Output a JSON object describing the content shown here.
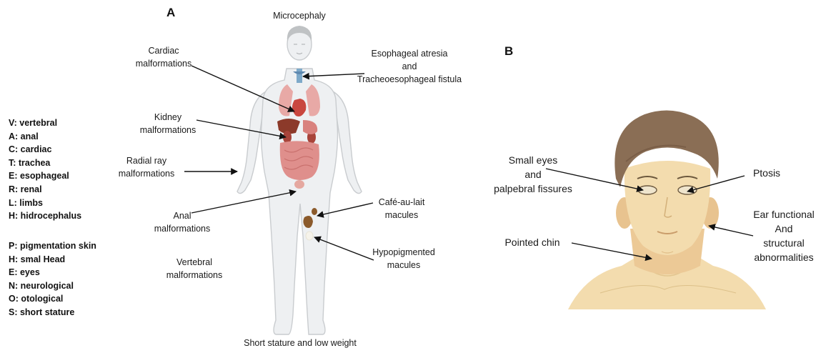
{
  "panel_a": {
    "letter": "A",
    "labels": {
      "microcephaly": [
        "Microcephaly"
      ],
      "cardiac": [
        "Cardiac",
        "malformations"
      ],
      "esophageal": [
        "Esophageal atresia",
        "and",
        "Tracheoesophageal fistula"
      ],
      "kidney": [
        "Kidney",
        "malformations"
      ],
      "radial": [
        "Radial ray",
        "malformations"
      ],
      "cafe": [
        "Café-au-lait",
        "macules"
      ],
      "anal": [
        "Anal",
        "malformations"
      ],
      "hypopigmented": [
        "Hypopigmented",
        "macules"
      ],
      "vertebral": [
        "Vertebral",
        "malformations"
      ],
      "stature": [
        "Short stature and low weight"
      ]
    }
  },
  "panel_b": {
    "letter": "B",
    "labels": {
      "small_eyes": [
        "Small eyes",
        "and",
        "palpebral fissures"
      ],
      "ptosis": [
        "Ptosis"
      ],
      "ear": [
        "Ear functional",
        "And",
        "structural",
        "abnormalities"
      ],
      "chin": [
        "Pointed chin"
      ]
    }
  },
  "legend": {
    "vacterl": [
      "V: vertebral",
      "A: anal",
      "C: cardiac",
      "T: trachea",
      "E: esophageal",
      "R: renal",
      "L: limbs",
      "H: hidrocephalus"
    ],
    "phenos": [
      "P: pigmentation skin",
      "H: smal Head",
      "E: eyes",
      "N: neurological",
      "O: otological",
      "S: short stature"
    ]
  },
  "colors": {
    "body_outline": "#c9cccf",
    "body_fill": "#eef0f2",
    "head_gray": "#bfc2c4",
    "organ_red": "#c9473f",
    "intestine_pink": "#df8f8c",
    "liver": "#8c3a2a",
    "cafe_au_lait": "#8b5a2b",
    "face_skin": "#f3dcae",
    "hair": "#8a6e55",
    "arrow": "#111111"
  }
}
